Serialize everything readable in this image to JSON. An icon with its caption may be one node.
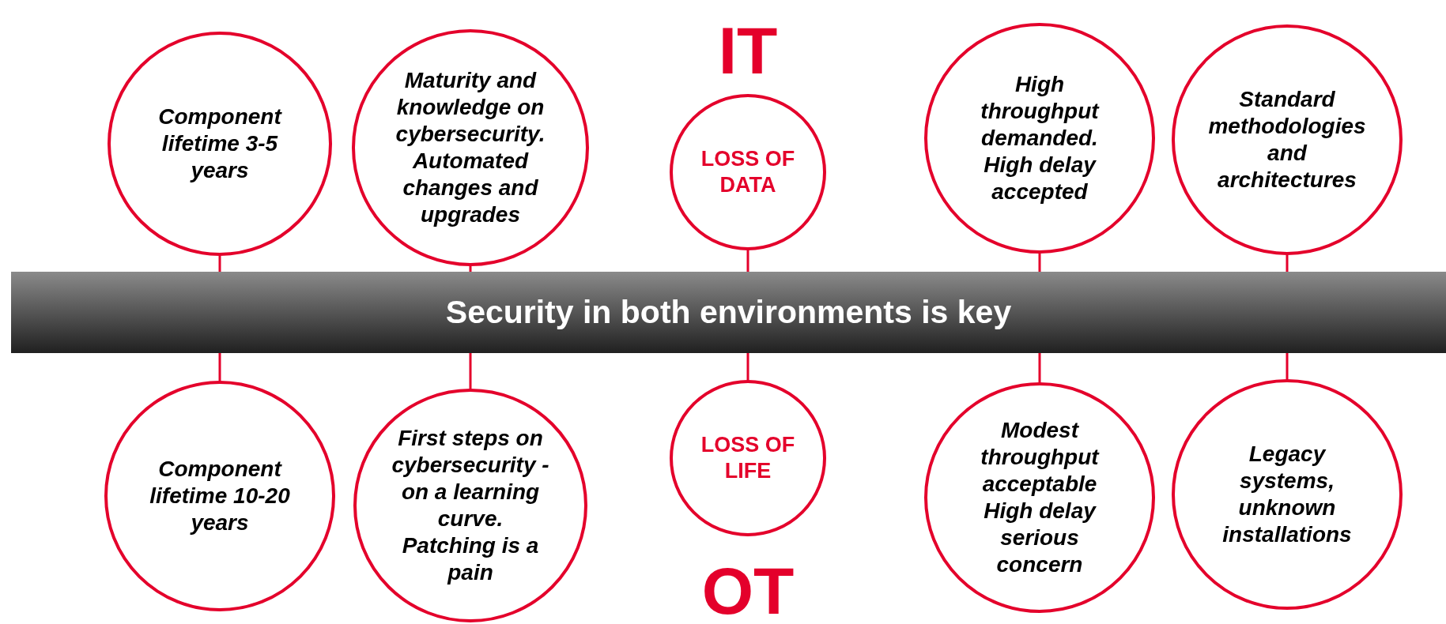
{
  "diagram": {
    "nodes": [
      {
        "text": [
          "Component lifetime 3-5 years"
        ]
      },
      {
        "text": [
          "Maturity and knowledge on cybersecurity. Automated changes and upgrades"
        ]
      },
      {
        "text": [
          "LOSS OF DATA"
        ]
      },
      {
        "text": [
          "High throughput demanded. High delay accepted"
        ]
      },
      {
        "text": [
          "Standard methodologies and architectures"
        ]
      },
      {
        "text": [
          "Security in both environments is key"
        ]
      },
      {
        "text": [
          "Component lifetime 10-20 years"
        ]
      },
      {
        "text": [
          "First steps on cybersecurity - on a learning curve. Patching is a pain"
        ]
      },
      {
        "text": [
          "LOSS OF LIFE"
        ]
      },
      {
        "text": [
          "Modest throughput acceptable High delay serious concern"
        ]
      },
      {
        "text": [
          "Legacy systems, unknown installations"
        ]
      }
    ],
    "edges": [
      {
        "from": 0,
        "to": 5,
        "arrow": "none"
      },
      {
        "from": 1,
        "to": 5,
        "arrow": "none"
      },
      {
        "from": 2,
        "to": 5,
        "arrow": "none"
      },
      {
        "from": 3,
        "to": 5,
        "arrow": "none"
      },
      {
        "from": 4,
        "to": 5,
        "arrow": "none"
      },
      {
        "from": 5,
        "to": 6,
        "arrow": "none"
      },
      {
        "from": 5,
        "to": 7,
        "arrow": "none"
      },
      {
        "from": 5,
        "to": 8,
        "arrow": "none"
      },
      {
        "from": 5,
        "to": 9,
        "arrow": "none"
      },
      {
        "from": 5,
        "to": 10,
        "arrow": "none"
      }
    ],
    "labels": [
      "IT",
      "OT"
    ]
  }
}
